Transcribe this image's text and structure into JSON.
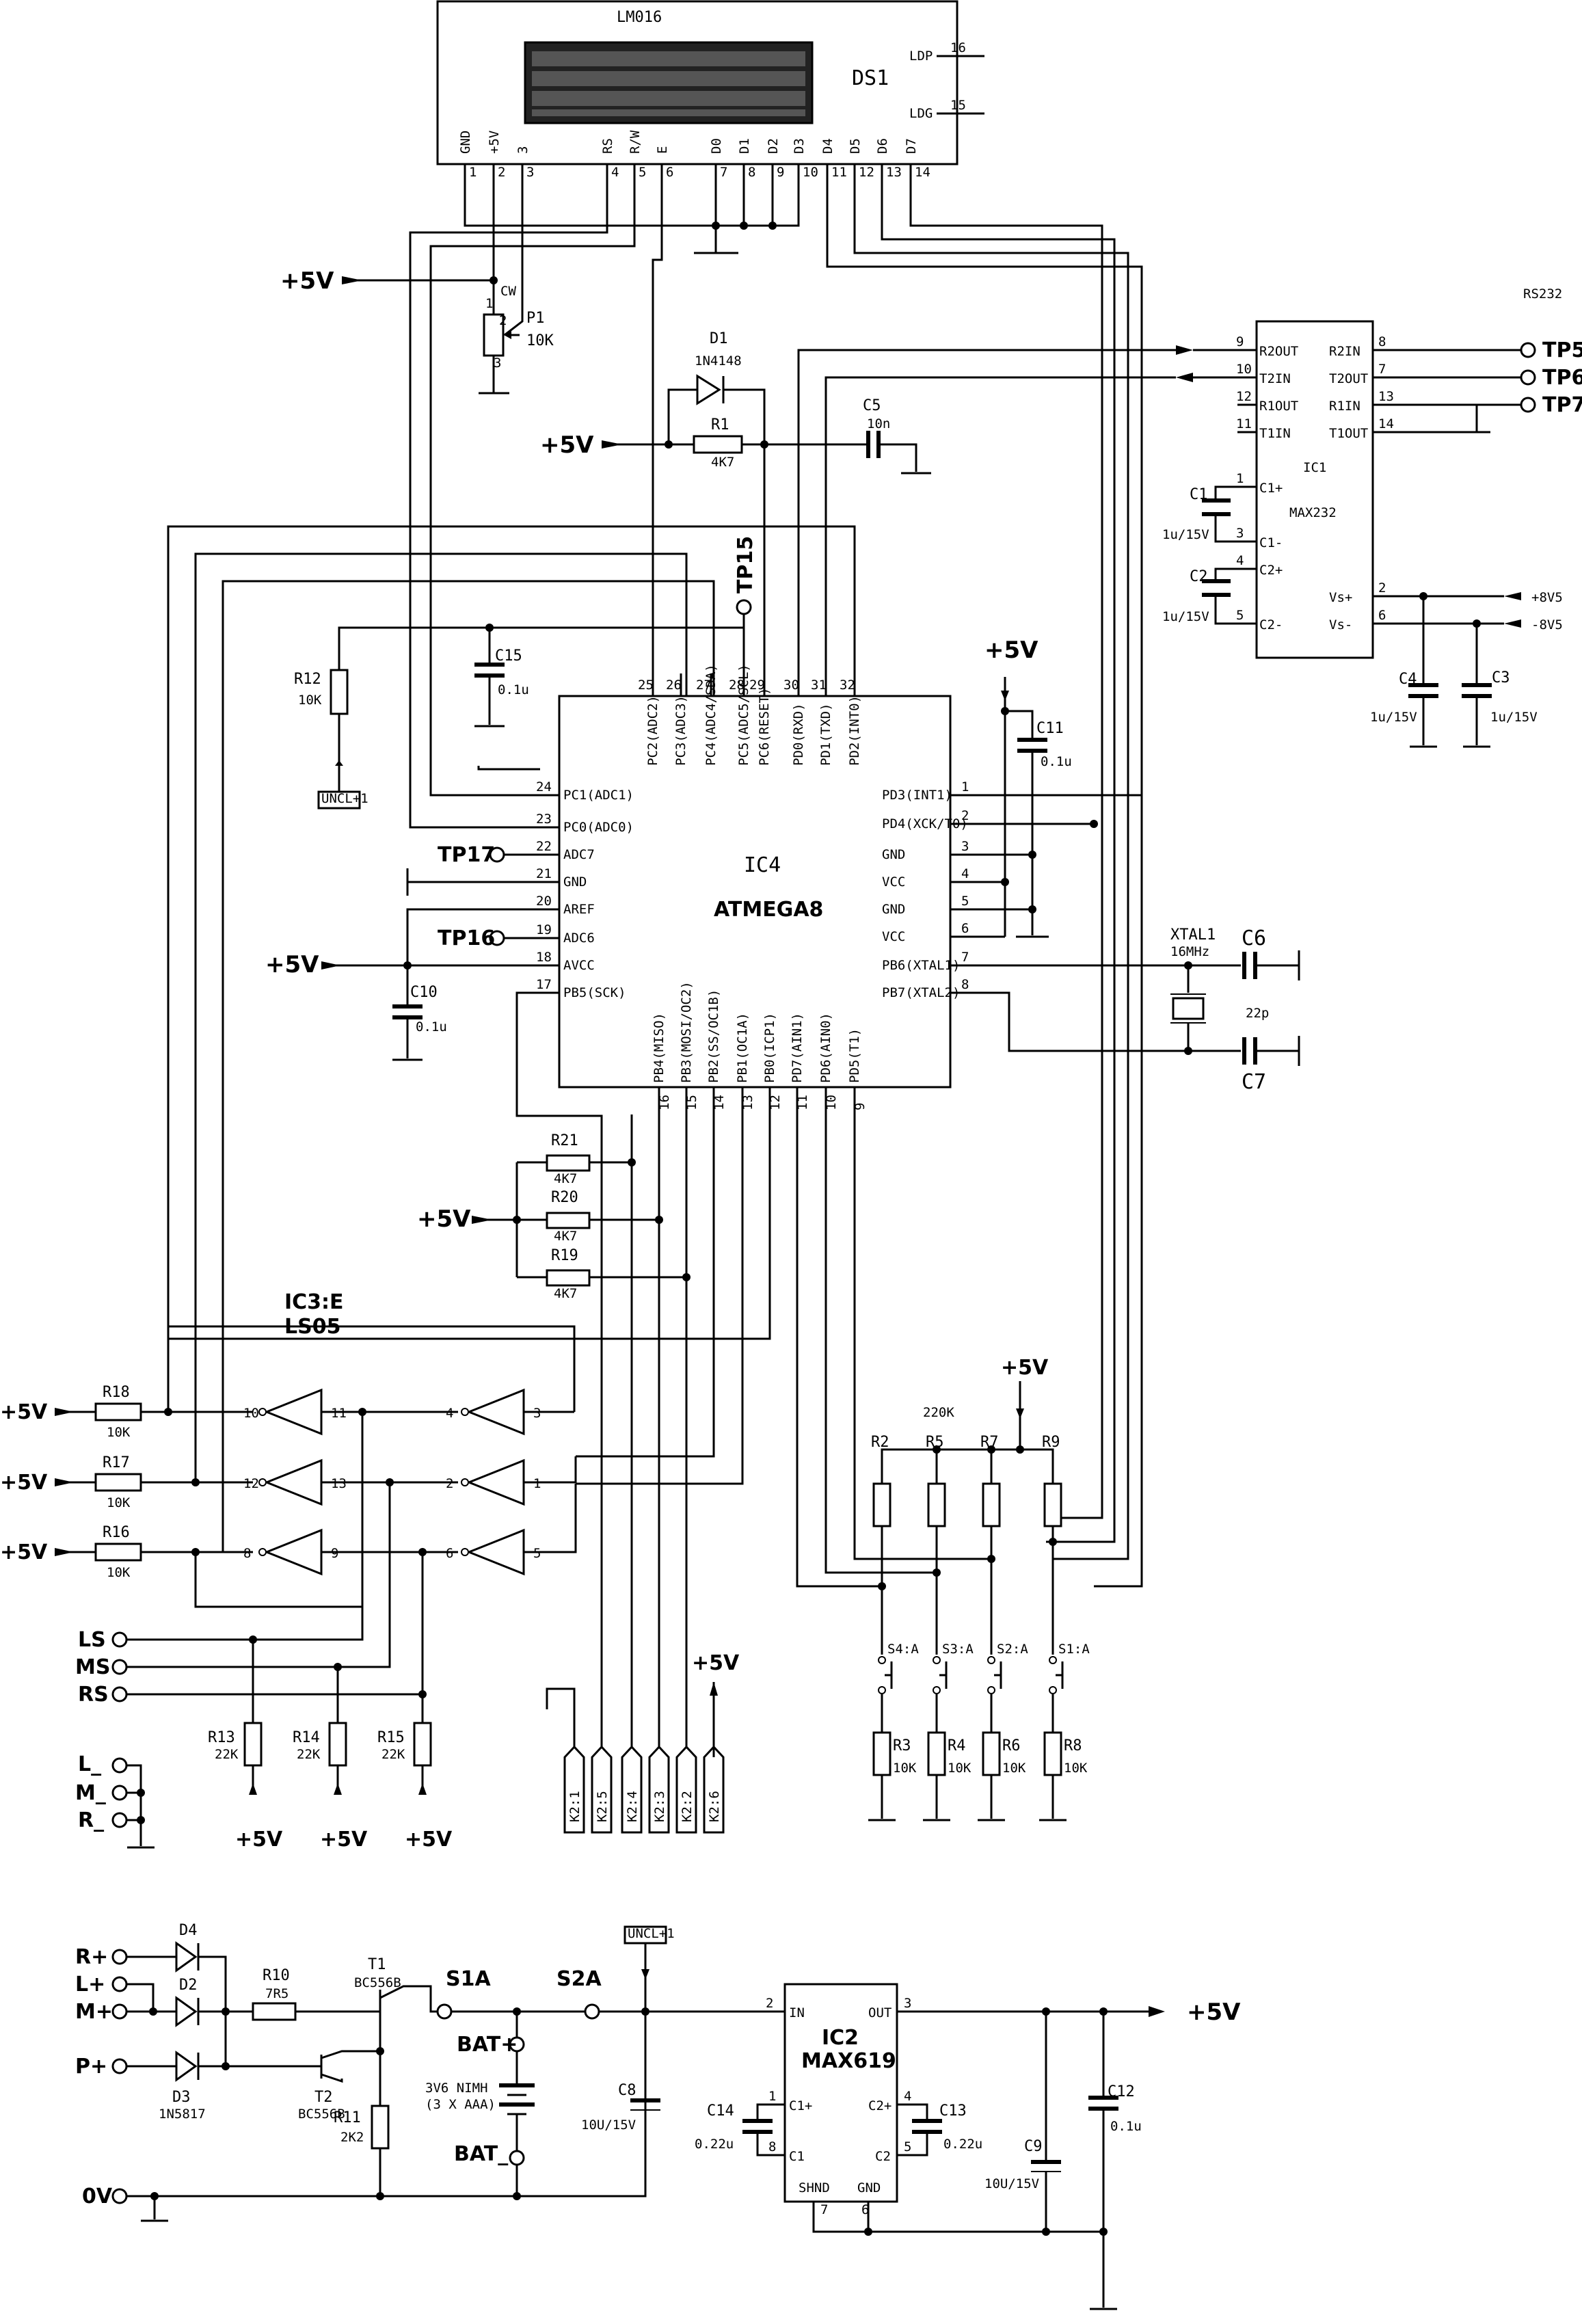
{
  "lcd": {
    "title": "LM016",
    "ref": "DS1",
    "ldp": "LDP",
    "ldg": "LDG",
    "pin16": "16",
    "pin15": "15",
    "pins": [
      "GND",
      "+5V",
      "3",
      "RS",
      "R/W",
      "E",
      "D0",
      "D1",
      "D2",
      "D3",
      "D4",
      "D5",
      "D6",
      "D7"
    ],
    "nums": [
      "1",
      "2",
      "3",
      "4",
      "5",
      "6",
      "7",
      "8",
      "9",
      "10",
      "11",
      "12",
      "13",
      "14"
    ]
  },
  "mcu": {
    "ref": "IC4",
    "name": "ATMEGA8",
    "top_pins": [
      [
        "25",
        "PC2(ADC2)"
      ],
      [
        "26",
        "PC3(ADC3)"
      ],
      [
        "27",
        "PC4(ADC4/SDA)"
      ],
      [
        "28",
        "PC5(ADC5/SCL)"
      ],
      [
        "29",
        "PC6(RESET)"
      ],
      [
        "30",
        "PD0(RXD)"
      ],
      [
        "31",
        "PD1(TXD)"
      ],
      [
        "32",
        "PD2(INT0)"
      ]
    ],
    "left_pins": [
      [
        "24",
        "PC1(ADC1)"
      ],
      [
        "23",
        "PC0(ADC0)"
      ],
      [
        "22",
        "ADC7"
      ],
      [
        "21",
        "GND"
      ],
      [
        "20",
        "AREF"
      ],
      [
        "19",
        "ADC6"
      ],
      [
        "18",
        "AVCC"
      ],
      [
        "17",
        "PB5(SCK)"
      ]
    ],
    "right_pins": [
      [
        "1",
        "PD3(INT1)"
      ],
      [
        "2",
        "PD4(XCK/T0)"
      ],
      [
        "3",
        "GND"
      ],
      [
        "4",
        "VCC"
      ],
      [
        "5",
        "GND"
      ],
      [
        "6",
        "VCC"
      ],
      [
        "7",
        "PB6(XTAL1)"
      ],
      [
        "8",
        "PB7(XTAL2)"
      ]
    ],
    "bottom_pins": [
      [
        "16",
        "PB4(MISO)"
      ],
      [
        "15",
        "PB3(MOSI/OC2)"
      ],
      [
        "14",
        "PB2(SS/OC1B)"
      ],
      [
        "13",
        "PB1(OC1A)"
      ],
      [
        "12",
        "PB0(ICP1)"
      ],
      [
        "11",
        "PD7(AIN1)"
      ],
      [
        "10",
        "PD6(AIN0)"
      ],
      [
        "9",
        "PD5(T1)"
      ]
    ]
  },
  "max232": {
    "title": "RS232",
    "ref": "IC1",
    "name": "MAX232",
    "left": [
      [
        "9",
        "R2OUT"
      ],
      [
        "10",
        "T2IN"
      ],
      [
        "12",
        "R1OUT"
      ],
      [
        "11",
        "T1IN"
      ],
      [
        "1",
        "C1+"
      ],
      [
        "3",
        "C1-"
      ],
      [
        "4",
        "C2+"
      ],
      [
        "5",
        "C2-"
      ]
    ],
    "right": [
      [
        "8",
        "R2IN"
      ],
      [
        "7",
        "T2OUT"
      ],
      [
        "13",
        "R1IN"
      ],
      [
        "14",
        "T1OUT"
      ],
      [
        "2",
        "Vs+"
      ],
      [
        "6",
        "Vs-"
      ]
    ]
  },
  "testpoints": {
    "tp5": "TP5",
    "tp6": "TP6",
    "tp7": "TP7",
    "tp15": "TP15",
    "tp16": "TP16",
    "tp17": "TP17"
  },
  "supply": {
    "p5": "+5V",
    "p8": "+8V5",
    "m8": "-8V5"
  },
  "parts": {
    "p1": [
      "P1",
      "10K",
      "CW",
      "1",
      "2",
      "3"
    ],
    "d1": [
      "D1",
      "1N4148"
    ],
    "r1": [
      "R1",
      "4K7"
    ],
    "c5": [
      "C5",
      "10n"
    ],
    "c15": [
      "C15",
      "0.1u"
    ],
    "r12": [
      "R12",
      "10K"
    ],
    "c11": [
      "C11",
      "0.1u"
    ],
    "c10": [
      "C10",
      "0.1u"
    ],
    "xtal": [
      "XTAL1",
      "16MHz"
    ],
    "c6": "C6",
    "c7": "C7",
    "c22p": "22p",
    "c1": [
      "C1",
      "1u/15V"
    ],
    "c2": [
      "C2",
      "1u/15V"
    ],
    "c4": [
      "C4",
      "1u/15V"
    ],
    "c3": [
      "C3",
      "1u/15V"
    ],
    "r21": [
      "R21",
      "4K7"
    ],
    "r20": [
      "R20",
      "4K7"
    ],
    "r19": [
      "R19",
      "4K7"
    ],
    "ic3": [
      "IC3:E",
      "LS05"
    ],
    "r18": [
      "R18",
      "10K"
    ],
    "r17": [
      "R17",
      "10K"
    ],
    "r16": [
      "R16",
      "10K"
    ],
    "r13": [
      "R13",
      "22K"
    ],
    "r14": [
      "R14",
      "22K"
    ],
    "r15": [
      "R15",
      "22K"
    ],
    "swres": [
      "R2",
      "R5",
      "R7",
      "R9"
    ],
    "r220": "220K",
    "switches": [
      "S4:A",
      "S3:A",
      "S2:A",
      "S1:A"
    ],
    "pdres": [
      [
        "R3",
        "10K"
      ],
      [
        "R4",
        "10K"
      ],
      [
        "R6",
        "10K"
      ],
      [
        "R8",
        "10K"
      ]
    ],
    "uncl": "UNCL+1",
    "inv": [
      "10",
      "11",
      "4",
      "3",
      "12",
      "13",
      "2",
      "1",
      "8",
      "9",
      "6",
      "5"
    ],
    "k2": [
      "K2:1",
      "K2:5",
      "K2:4",
      "K2:3",
      "K2:2",
      "K2:6"
    ],
    "inputs": [
      "LS",
      "MS",
      "RS"
    ],
    "lmr": [
      "L_",
      "M_",
      "R_"
    ]
  },
  "psu": {
    "inputs": [
      "R+",
      "L+",
      "M+",
      "P+",
      "0V"
    ],
    "d4": "D4",
    "d2": "D2",
    "d3": [
      "D3",
      "1N5817"
    ],
    "r10": [
      "R10",
      "7R5"
    ],
    "t1": [
      "T1",
      "BC556B"
    ],
    "t2": [
      "T2",
      "BC556B"
    ],
    "r11": [
      "R11",
      "2K2"
    ],
    "s1a": "S1A",
    "s2a": "S2A",
    "batp": "BAT+",
    "batm": "BAT_",
    "bat": [
      "3V6 NIMH",
      "(3 X AAA)"
    ],
    "c8": [
      "C8",
      "10U/15V"
    ],
    "ic2": [
      "IC2",
      "MAX619"
    ],
    "ic2pins": [
      "2",
      "IN",
      "OUT",
      "3",
      "1",
      "C1+",
      "C2+",
      "4",
      "8",
      "C1",
      "C2",
      "5",
      "7",
      "SHND",
      "GND",
      "6"
    ],
    "c14": [
      "C14",
      "0.22u"
    ],
    "c13": [
      "C13",
      "0.22u"
    ],
    "c9": [
      "C9",
      "10U/15V"
    ],
    "c12": [
      "C12",
      "0.1u"
    ],
    "out": "+5V"
  }
}
